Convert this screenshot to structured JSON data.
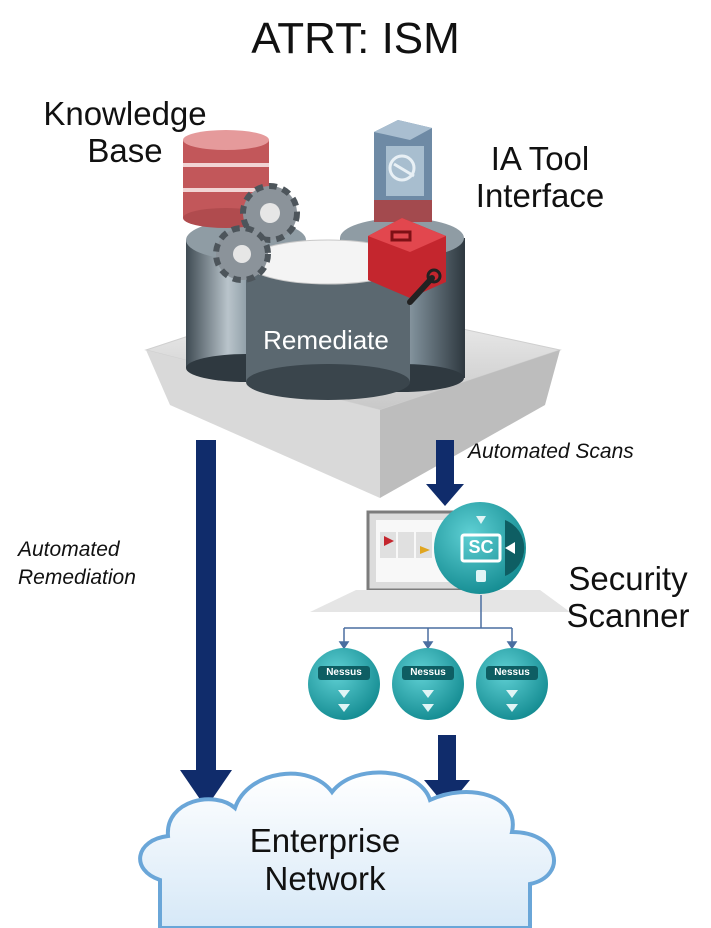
{
  "title": "ATRT: ISM",
  "knowledge_base": {
    "line1": "Knowledge",
    "line2": "Base"
  },
  "ia_tool": {
    "line1": "IA Tool",
    "line2": "Interface"
  },
  "center_label": "Remediate",
  "automated_scans": "Automated Scans",
  "automated_remediation": {
    "line1": "Automated",
    "line2": "Remediation"
  },
  "security_scanner": {
    "line1": "Security",
    "line2": "Scanner"
  },
  "sc_badge": "SC",
  "nessus_label": "Nessus",
  "enterprise_network": {
    "line1": "Enterprise",
    "line2": "Network"
  },
  "colors": {
    "arrow": "#102c6b",
    "teal": "#1aa3a9",
    "red": "#c4262e",
    "steel": "#5f6e78"
  }
}
